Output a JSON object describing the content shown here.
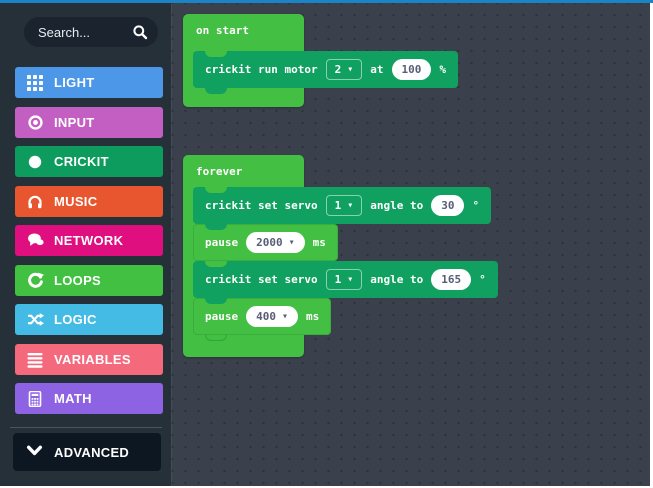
{
  "theme": {
    "top_bar_color": "#1a84c7",
    "sidebar_bg": "#263039",
    "workspace_bg": "#3a414d",
    "container_block_color": "#43c043",
    "crickit_block_color": "#10a160",
    "oval_text_color": "#575e75"
  },
  "sidebar": {
    "search": {
      "placeholder": "Search...",
      "icon": "search-icon"
    },
    "categories": [
      {
        "label": "LIGHT",
        "color": "#4c97e8",
        "icon": "grid-icon"
      },
      {
        "label": "INPUT",
        "color": "#c35fc3",
        "icon": "record-icon"
      },
      {
        "label": "CRICKIT",
        "color": "#0d9c5e",
        "icon": "circle-icon"
      },
      {
        "label": "MUSIC",
        "color": "#e8562f",
        "icon": "headphones-icon"
      },
      {
        "label": "NETWORK",
        "color": "#df0f80",
        "icon": "chat-bubble-icon"
      },
      {
        "label": "LOOPS",
        "color": "#41c041",
        "icon": "loop-arrow-icon"
      },
      {
        "label": "LOGIC",
        "color": "#44bbe4",
        "icon": "shuffle-icon"
      },
      {
        "label": "VARIABLES",
        "color": "#f4697c",
        "icon": "bars-icon"
      },
      {
        "label": "MATH",
        "color": "#8e63e3",
        "icon": "calculator-icon"
      }
    ],
    "advanced": {
      "label": "ADVANCED",
      "icon": "chevron-down-icon"
    }
  },
  "workspace": {
    "on_start": {
      "title": "on start",
      "run_motor": {
        "label": "crickit run motor",
        "motor_port": "2",
        "at_label": "at",
        "power": "100",
        "unit": "%"
      }
    },
    "forever": {
      "title": "forever",
      "servo_a": {
        "label": "crickit set servo",
        "servo_port": "1",
        "angle_label": "angle to",
        "angle": "30",
        "unit": "°"
      },
      "pause_a": {
        "label": "pause",
        "duration": "2000",
        "unit": "ms"
      },
      "servo_b": {
        "label": "crickit set servo",
        "servo_port": "1",
        "angle_label": "angle to",
        "angle": "165",
        "unit": "°"
      },
      "pause_b": {
        "label": "pause",
        "duration": "400",
        "unit": "ms"
      }
    }
  }
}
